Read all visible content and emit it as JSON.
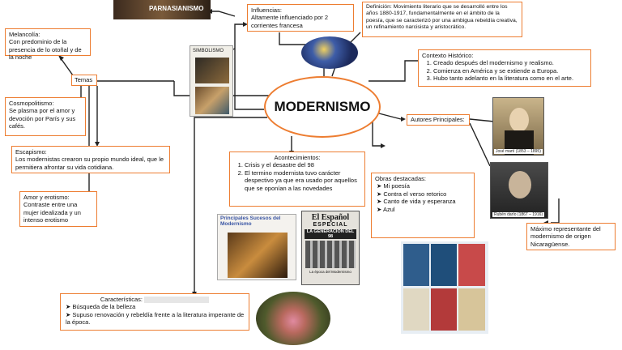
{
  "center": {
    "title": "MODERNISMO"
  },
  "images": {
    "parnasianismo_label": "PARNASIANISMO",
    "simbolismo_label": "SIMBOLISMO",
    "marti_caption": "José martí (1853 – 1895)",
    "dario_caption": "Rubén darío (1867 – 1916)",
    "sucesos_title": "Principales Sucesos del Modernismo",
    "espanol_title": "El Español",
    "espanol_especial": "ESPECIAL",
    "espanol_headline": "LA GENERACION DEL 98",
    "espanol_footer": "La época del Modernismo"
  },
  "melancolia": {
    "title": "Melancolía:",
    "text": "Con predominio de la presencia de lo otoñal y de la noche"
  },
  "temas": {
    "label": "Temas"
  },
  "influencias": {
    "title": "Influencias:",
    "line1": "Altamente influenciado por 2",
    "line2": " corrientes francesa"
  },
  "definicion": {
    "text": "Definición: Movimiento literario que se desarrolló entre los años 1880-1917, fundamentalmente en el ámbito de la poesía, que se caracterizó por una ambigua rebeldía creativa, un refinamiento narcisista y aristocrático."
  },
  "contexto": {
    "title": "Contexto Histórico:",
    "items": [
      "Creado después del modernismo y realismo.",
      "Comienza en América y se extiende a Europa.",
      "Hubo tanto adelanto en la literatura como en el arte."
    ]
  },
  "cosmopolitismo": {
    "title": "Cosmopolitismo:",
    "text": "Se plasma por el amor y devoción por París y sus cafés."
  },
  "autores": {
    "label": "Autores Principales:"
  },
  "escapismo": {
    "title": "Escapismo:",
    "text": "Los modernistas crearon su propio mundo ideal, que le permitiera afrontar su vida cotidiana."
  },
  "acontecimientos": {
    "title": "Acontecimientos:",
    "items": [
      "Crisis y el desastre del 98",
      "El termino modernista tuvo carácter despectivo ya que era usado por aquellos que se oponían a las novedades"
    ]
  },
  "obras": {
    "title": "Obras destacadas:",
    "items": [
      "Mi poesía",
      "Contra el verso retorico",
      "Canto de vida y esperanza",
      "Azul"
    ]
  },
  "amor": {
    "title": "Amor y erotismo:",
    "text": "Contraste entre una mujer idealizada y un intenso erotismo"
  },
  "maximo": {
    "text": "Máximo representante del modernismo de origen Nicaragüense."
  },
  "caracteristicas": {
    "title": "Características:",
    "items": [
      "Búsqueda de la belleza",
      "Supuso renovación y rebeldía frente a la literatura imperante de la época."
    ]
  },
  "colors": {
    "accent": "#ed7d31",
    "lines": "#222222"
  }
}
